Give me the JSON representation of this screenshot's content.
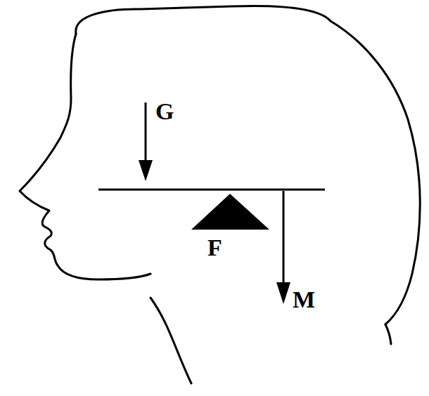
{
  "diagram": {
    "labels": [
      "G",
      "F",
      "M"
    ]
  }
}
